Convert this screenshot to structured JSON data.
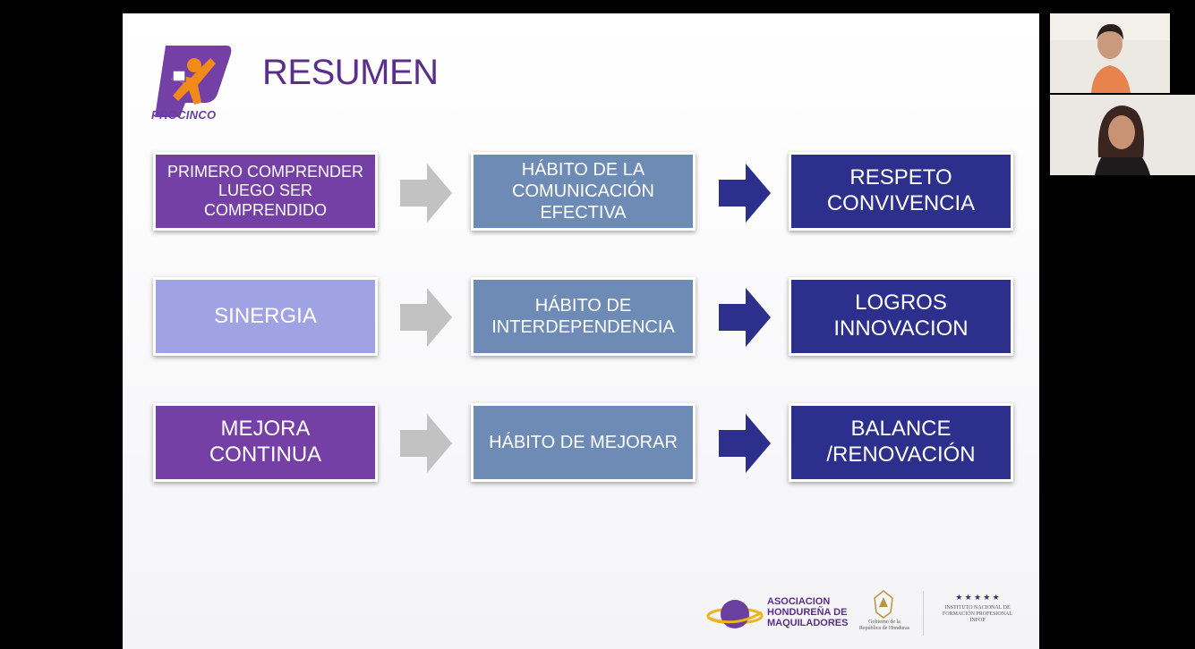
{
  "slide": {
    "title": "RESUMEN",
    "brand": "PROCINCO",
    "rows": [
      {
        "left": {
          "text": "PRIMERO COMPRENDER\nLUEGO SER\nCOMPRENDIDO",
          "color": "#7540a6"
        },
        "middle": {
          "text": "HÁBITO DE LA\nCOMUNICACIÓN\nEFECTIVA",
          "color": "#6d8bb5"
        },
        "right": {
          "text": "RESPETO\nCONVIVENCIA",
          "color": "#2d2f8c"
        }
      },
      {
        "left": {
          "text": "SINERGIA",
          "color": "#9fa3e3"
        },
        "middle": {
          "text": "HÁBITO DE\nINTERDEPENDENCIA",
          "color": "#6d8bb5"
        },
        "right": {
          "text": "LOGROS\nINNOVACION",
          "color": "#2d2f8c"
        }
      },
      {
        "left": {
          "text": "MEJORA\nCONTINUA",
          "color": "#7540a6"
        },
        "middle": {
          "text": "HÁBITO DE MEJORAR",
          "color": "#6d8bb5"
        },
        "right": {
          "text": "BALANCE\n/RENOVACIÓN",
          "color": "#2d2f8c"
        }
      }
    ],
    "arrow_colors": {
      "gray": "#c2c2c2",
      "navy": "#2d2f8c"
    },
    "footer": {
      "ahm": "ASOCIACION\nHONDUREÑA DE\nMAQUILADORES",
      "gobierno": "Gobierno de la\nRepública de Honduras",
      "infop": "INSTITUTO NACIONAL DE\nFORMACIÓN PROFESIONAL\nINFOP"
    }
  },
  "participants": [
    {
      "tile": "participant-1",
      "shirt_color": "#e8834e"
    },
    {
      "tile": "participant-2",
      "shirt_color": "#1f1b1c"
    }
  ]
}
